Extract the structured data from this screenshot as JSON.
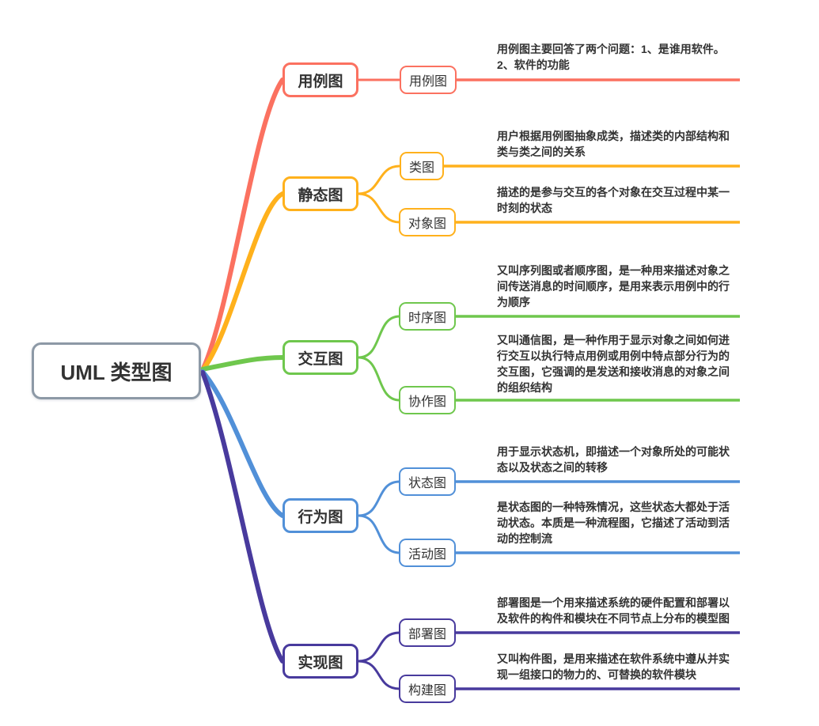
{
  "root": {
    "label": "UML 类型图",
    "border_color": "#8d99a6",
    "text_color": "#333333"
  },
  "branches": [
    {
      "label": "用例图",
      "color": "#fb7160",
      "children": [
        {
          "label": "用例图",
          "description": "用例图主要回答了两个问题：1、是谁用软件。2、软件的功能"
        }
      ]
    },
    {
      "label": "静态图",
      "color": "#ffb11c",
      "children": [
        {
          "label": "类图",
          "description": "用户根据用例图抽象成类，描述类的内部结构和类与类之间的关系"
        },
        {
          "label": "对象图",
          "description": "描述的是参与交互的各个对象在交互过程中某一时刻的状态"
        }
      ]
    },
    {
      "label": "交互图",
      "color": "#6fc74d",
      "children": [
        {
          "label": "时序图",
          "description": "又叫序列图或者顺序图，是一种用来描述对象之间传送消息的时间顺序，是用来表示用例中的行为顺序"
        },
        {
          "label": "协作图",
          "description": "又叫通信图，是一种作用于显示对象之间如何进行交互以执行特点用例或用例中特点部分行为的交互图，它强调的是发送和接收消息的对象之间的组织结构"
        }
      ]
    },
    {
      "label": "行为图",
      "color": "#5190d8",
      "children": [
        {
          "label": "状态图",
          "description": "用于显示状态机，即描述一个对象所处的可能状态以及状态之间的转移"
        },
        {
          "label": "活动图",
          "description": "是状态图的一种特殊情况，这些状态大都处于活动状态。本质是一种流程图，它描述了活动到活动的控制流"
        }
      ]
    },
    {
      "label": "实现图",
      "color": "#483a9d",
      "children": [
        {
          "label": "部署图",
          "description": "部署图是一个用来描述系统的硬件配置和部署以及软件的构件和模块在不同节点上分布的模型图"
        },
        {
          "label": "构建图",
          "description": "又叫构件图，是用来描述在软件系统中遵从并实现一组接口的物力的、可替换的软件模块"
        }
      ]
    }
  ]
}
